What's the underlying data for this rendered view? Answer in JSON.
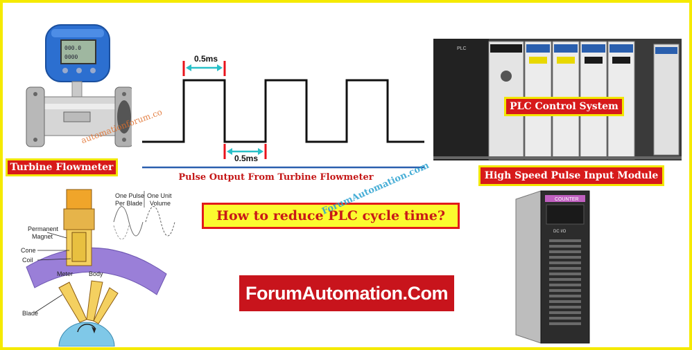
{
  "labels": {
    "turbine_flowmeter": "Turbine Flowmeter",
    "plc_control_system": "PLC Control System",
    "high_speed_module": "High Speed Pulse Input Module",
    "pulse_output": "Pulse Output From Turbine Flowmeter",
    "question": "How to reduce PLC cycle time?",
    "brand": "ForumAutomation.Com"
  },
  "timing": {
    "high_width": "0.5ms",
    "low_width": "0.5ms"
  },
  "watermarks": {
    "left": "automationforum.co",
    "center": "ForumAutomation.com"
  },
  "flowmeter_diagram": {
    "permanent_magnet": "Permanent",
    "magnet_line2": "Magnet",
    "cone": "Cone",
    "coil": "Coil",
    "meter": "Meter",
    "body": "Body",
    "blade": "Blade",
    "one_pulse": "One Pulse",
    "per_blade": "Per Blade",
    "one_unit": "One Unit",
    "volume": "Volume"
  },
  "module": {
    "counter_label": "COUNTER",
    "part_label": "DC I/O"
  },
  "colors": {
    "frame": "#f5ea00",
    "label_bg": "#d71a1a",
    "question_bg": "#fbfb2e",
    "marker_red": "#e8121a",
    "arrow_cyan": "#28c0c8",
    "underline_blue": "#2a5fae"
  }
}
